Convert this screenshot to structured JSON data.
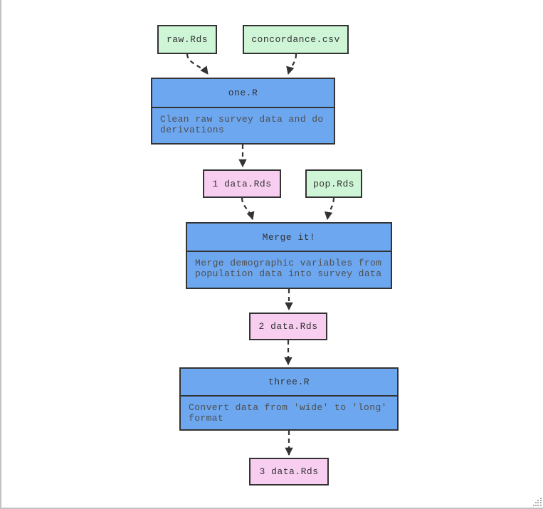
{
  "diagram": {
    "nodes": {
      "raw": {
        "label": "raw.Rds"
      },
      "concordance": {
        "label": "concordance.csv"
      },
      "one": {
        "title": "one.R",
        "description": "Clean raw survey data and do\nderivations"
      },
      "data1": {
        "label": "1 data.Rds"
      },
      "pop": {
        "label": "pop.Rds"
      },
      "merge": {
        "title": "Merge it!",
        "description": "Merge demographic variables from\npopulation data into survey data"
      },
      "data2": {
        "label": "2 data.Rds"
      },
      "three": {
        "title": "three.R",
        "description": "Convert data from 'wide' to 'long'\nformat"
      },
      "data3": {
        "label": "3 data.Rds"
      }
    },
    "colors": {
      "input_node_fill": "#cdf5d6",
      "script_node_fill": "#6da7f0",
      "output_node_fill": "#f8cef0",
      "node_border": "#333333",
      "edge_stroke": "#333333",
      "title_text": "#333333",
      "body_text": "#4f4f4f",
      "frame_border": "#c2c2c2"
    },
    "edge_style": "dashed-arrow"
  }
}
